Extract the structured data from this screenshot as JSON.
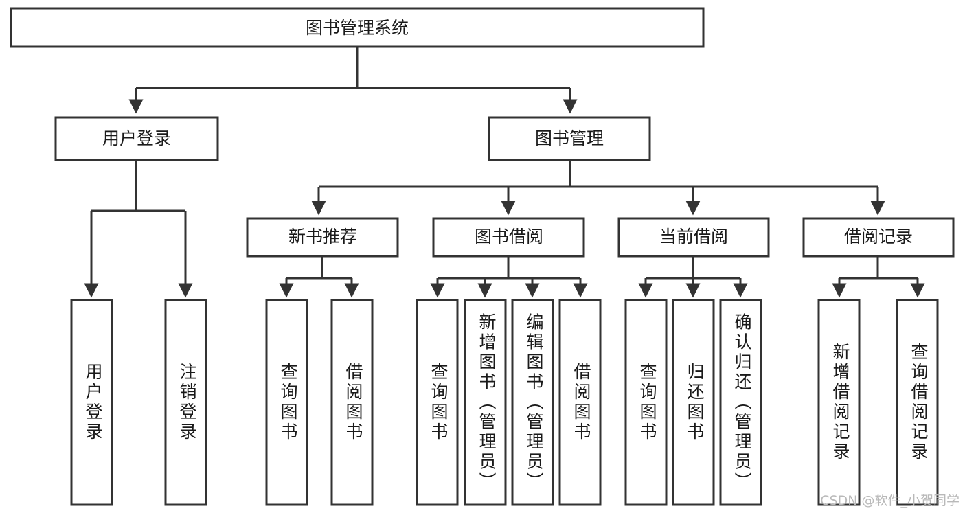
{
  "diagram": {
    "type": "tree-hierarchy",
    "title": "图书管理系统",
    "root": {
      "label": "图书管理系统"
    },
    "level2": [
      {
        "label": "用户登录"
      },
      {
        "label": "图书管理"
      }
    ],
    "level3": [
      {
        "label": "新书推荐"
      },
      {
        "label": "图书借阅"
      },
      {
        "label": "当前借阅"
      },
      {
        "label": "借阅记录"
      }
    ],
    "leaves": {
      "user_login": [
        {
          "label": "用户登录"
        },
        {
          "label": "注销登录"
        }
      ],
      "new_book_recommend": [
        {
          "label": "查询图书"
        },
        {
          "label": "借阅图书"
        }
      ],
      "book_borrow": [
        {
          "label": "查询图书"
        },
        {
          "label": "新增图书（管理员）"
        },
        {
          "label": "编辑图书（管理员）"
        },
        {
          "label": "借阅图书"
        }
      ],
      "current_borrow": [
        {
          "label": "查询图书"
        },
        {
          "label": "归还图书"
        },
        {
          "label": "确认归还（管理员）"
        }
      ],
      "borrow_record": [
        {
          "label": "新增借阅记录"
        },
        {
          "label": "查询借阅记录"
        }
      ]
    }
  },
  "watermark": {
    "text": "CSDN @软件_小贺同学"
  },
  "colors": {
    "stroke": "#333333",
    "fill": "#ffffff",
    "text": "#1a1a1a",
    "watermark": "#b9b9b9"
  }
}
